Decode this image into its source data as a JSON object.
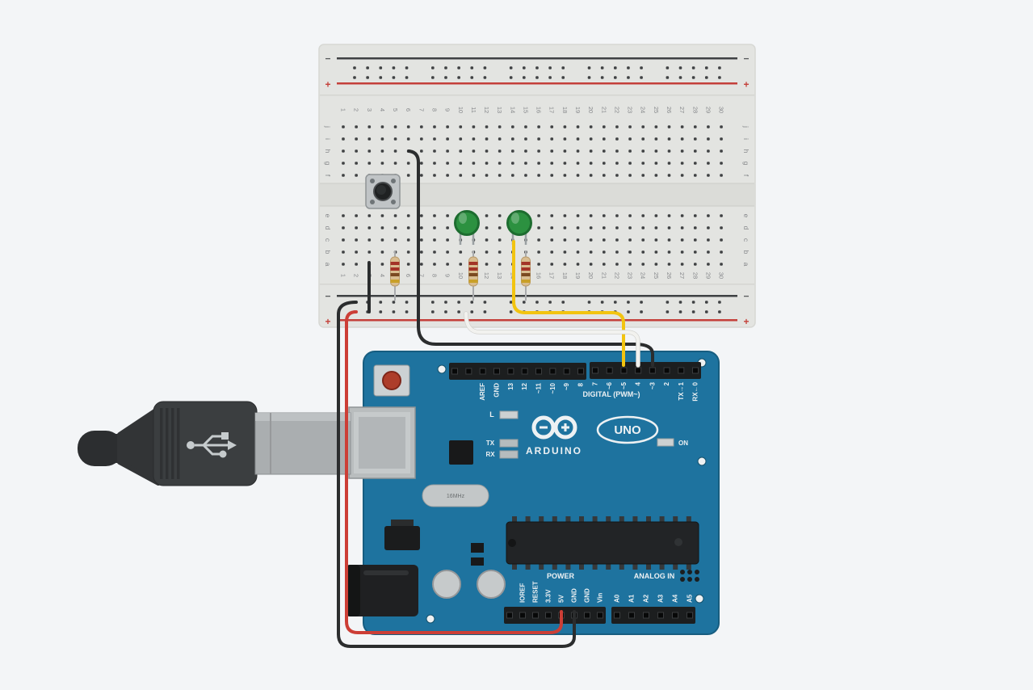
{
  "scene": {
    "background": "#f3f5f7"
  },
  "breadboard": {
    "column_numbers": [
      "1",
      "2",
      "3",
      "4",
      "5",
      "6",
      "7",
      "8",
      "9",
      "10",
      "11",
      "12",
      "13",
      "14",
      "15",
      "16",
      "17",
      "18",
      "19",
      "20",
      "21",
      "22",
      "23",
      "24",
      "25",
      "26",
      "27",
      "28",
      "29",
      "30"
    ],
    "row_letters_top": [
      "j",
      "i",
      "h",
      "g",
      "f"
    ],
    "row_letters_bottom": [
      "e",
      "d",
      "c",
      "b",
      "a"
    ],
    "rail_minus_sign": "−",
    "rail_plus_sign": "+",
    "colors": {
      "body": "#e3e4e1",
      "channel": "#dbdcd8",
      "rail_black_line": "#3f4143",
      "rail_red_line": "#c4403a",
      "hole": "#3f4143",
      "label": "#85878a"
    }
  },
  "arduino": {
    "colors": {
      "board": "#1e739f",
      "edge": "#175d80",
      "header": "#1c1e1f",
      "silk": "#edf1f3"
    },
    "digital_caption": "DIGITAL (PWM~)",
    "digital_left_labels": [
      "AREF",
      "GND",
      "13",
      "12",
      "~11",
      "~10",
      "~9",
      "8"
    ],
    "digital_right_labels": [
      "7",
      "~6",
      "~5",
      "4",
      "~3",
      "2",
      "TX→1",
      "RX←0"
    ],
    "indicator_labels": {
      "l": "L",
      "tx": "TX",
      "rx": "RX",
      "on": "ON"
    },
    "logo_text": "ARDUINO",
    "model_text": "UNO",
    "crystal_text": "16MHz",
    "power_caption": "POWER",
    "power_labels": [
      "IOREF",
      "RESET",
      "3.3V",
      "5V",
      "GND",
      "GND",
      "Vin"
    ],
    "analog_caption": "ANALOG IN",
    "analog_labels": [
      "A0",
      "A1",
      "A2",
      "A3",
      "A4",
      "A5"
    ]
  },
  "components": {
    "pushbutton": {
      "body_color": "#c0c4c6",
      "cap_color": "#1f2122"
    },
    "led_color": "#2c9140",
    "led_rim_color": "#1d6c2f",
    "resistor_body_color": "#d9bd90",
    "resistor_band_colors": [
      "#a33327",
      "#a33327",
      "#7b4a21",
      "#c9a028"
    ],
    "wires": [
      {
        "id": "5v-red",
        "color": "#cc3e36"
      },
      {
        "id": "gnd-black",
        "color": "#2b2d2e"
      },
      {
        "id": "button-signal-black",
        "color": "#2b2d2e"
      },
      {
        "id": "rail-jumper-black",
        "color": "#2b2d2e"
      },
      {
        "id": "led2-signal-yellow",
        "color": "#f2c410"
      },
      {
        "id": "led1-signal-white",
        "color": "#f2f2ef"
      }
    ]
  }
}
